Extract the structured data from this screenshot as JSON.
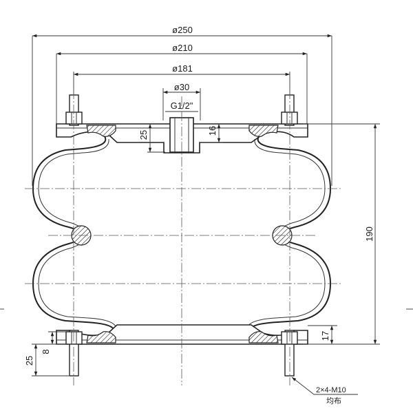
{
  "dimensions": {
    "outer_diameter": "ø250",
    "bead_diameter": "ø210",
    "bolt_circle": "ø181",
    "port_diameter": "ø30",
    "port_thread": "G1/2\"",
    "port_depth": "25",
    "top_plate_height": "16",
    "overall_height": "190",
    "bottom_plate_height": "17",
    "bolt_length": "25",
    "nut_height": "8"
  },
  "callout": {
    "bolt_spec": "2×4-M10",
    "bolt_note": "均布"
  }
}
